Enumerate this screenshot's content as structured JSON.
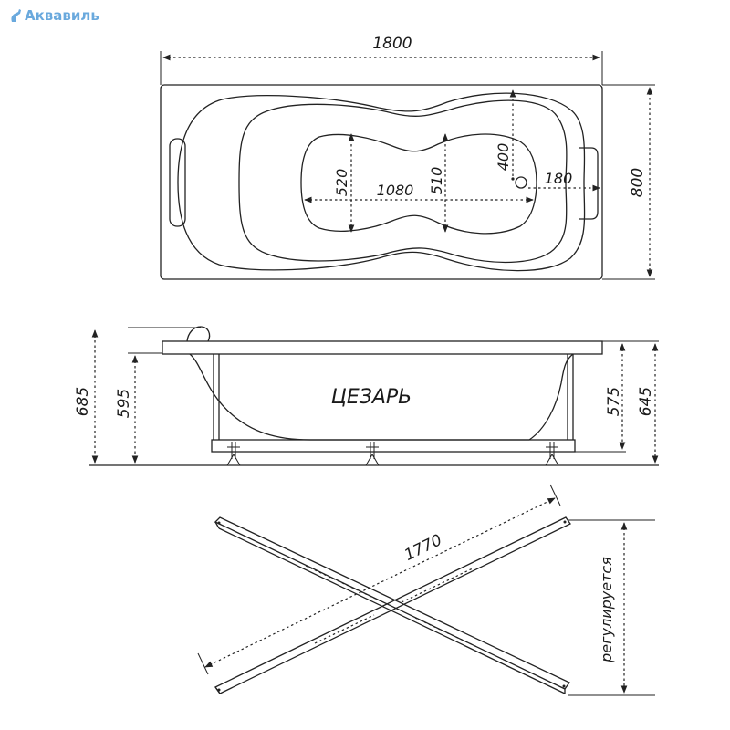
{
  "logo": {
    "text": "Аквавиль",
    "color": "#6aa9dd"
  },
  "top_view": {
    "length": "1800",
    "width": "800",
    "inner_length": "1080",
    "inner_width_left": "520",
    "inner_width_mid": "510",
    "drain_offset_y": "400",
    "drain_offset_x": "180"
  },
  "side_view": {
    "model": "ЦЕЗАРЬ",
    "height_total": "685",
    "height_left": "595",
    "height_right_inner": "575",
    "height_right_outer": "645"
  },
  "frame_view": {
    "diagonal": "1770",
    "adjust_label": "регулируется"
  }
}
